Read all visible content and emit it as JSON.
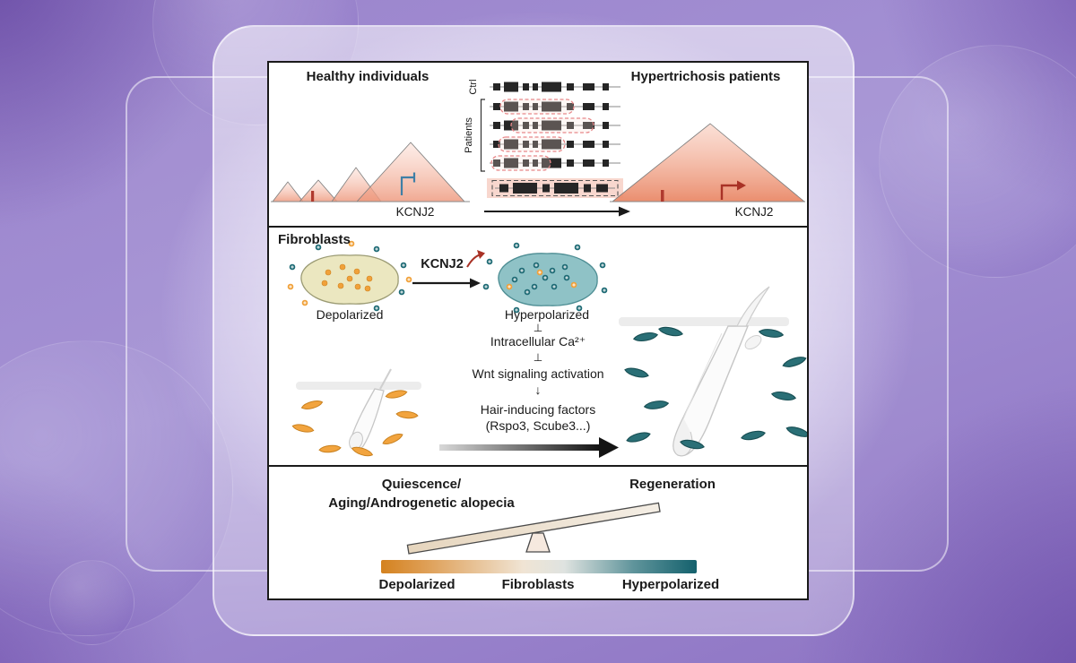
{
  "figure": {
    "top": {
      "left_title": "Healthy individuals",
      "right_title": "Hypertrichosis patients",
      "ctrl_label": "Ctrl",
      "patients_label": "Patients",
      "left_gene": "KCNJ2",
      "right_gene": "KCNJ2"
    },
    "middle": {
      "title": "Fibroblasts",
      "gene_up": "KCNJ2",
      "left_cell": "Depolarized",
      "right_cell": "Hyperpolarized",
      "inhibit_1": "⊥",
      "step_ca": "Intracellular Ca²⁺",
      "inhibit_2": "⊥",
      "step_wnt": "Wnt signaling activation",
      "arrow_down": "↓",
      "step_factors": "Hair-inducing factors",
      "step_factors_detail": "(Rspo3, Scube3...)"
    },
    "bottom": {
      "left_state_line1": "Quiescence/",
      "left_state_line2": "Aging/Androgenetic alopecia",
      "right_state": "Regeneration",
      "scale_left": "Depolarized",
      "scale_center": "Fibroblasts",
      "scale_right": "Hyperpolarized"
    }
  },
  "colors": {
    "peak_fill": "#ee9a7f",
    "accent_red": "#b03a2e",
    "accent_blue": "#3f7fa6",
    "orange_cell": "#f0a13a",
    "teal_cell": "#1f6b75",
    "panel_border": "#1a1a1a"
  }
}
